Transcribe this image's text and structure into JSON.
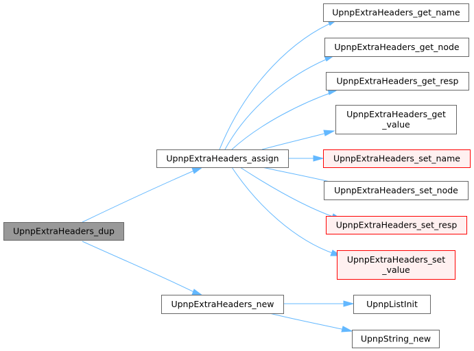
{
  "colors": {
    "edge": "#63b8ff",
    "node_fill": "#ffffff",
    "node_stroke": "#666666",
    "root_fill": "#999999",
    "root_stroke": "#666666",
    "missing_fill": "#fff0f0",
    "missing_stroke": "#ff0000"
  },
  "nodes": {
    "dup": {
      "lines": [
        "UpnpExtraHeaders_dup"
      ],
      "style": "root"
    },
    "assign": {
      "lines": [
        "UpnpExtraHeaders_assign"
      ],
      "style": "normal"
    },
    "new": {
      "lines": [
        "UpnpExtraHeaders_new"
      ],
      "style": "normal"
    },
    "get_name": {
      "lines": [
        "UpnpExtraHeaders_get_name"
      ],
      "style": "normal"
    },
    "get_node": {
      "lines": [
        "UpnpExtraHeaders_get_node"
      ],
      "style": "normal"
    },
    "get_resp": {
      "lines": [
        "UpnpExtraHeaders_get_resp"
      ],
      "style": "normal"
    },
    "get_value": {
      "lines": [
        "UpnpExtraHeaders_get",
        "_value"
      ],
      "style": "normal"
    },
    "set_name": {
      "lines": [
        "UpnpExtraHeaders_set_name"
      ],
      "style": "missing"
    },
    "set_node": {
      "lines": [
        "UpnpExtraHeaders_set_node"
      ],
      "style": "normal"
    },
    "set_resp": {
      "lines": [
        "UpnpExtraHeaders_set_resp"
      ],
      "style": "missing"
    },
    "set_value": {
      "lines": [
        "UpnpExtraHeaders_set",
        "_value"
      ],
      "style": "missing"
    },
    "list_init": {
      "lines": [
        "UpnpListInit"
      ],
      "style": "normal"
    },
    "string_new": {
      "lines": [
        "UpnpString_new"
      ],
      "style": "normal"
    }
  },
  "edges": [
    {
      "from": "dup",
      "to": "assign"
    },
    {
      "from": "dup",
      "to": "new"
    },
    {
      "from": "assign",
      "to": "get_name"
    },
    {
      "from": "assign",
      "to": "get_node"
    },
    {
      "from": "assign",
      "to": "get_resp"
    },
    {
      "from": "assign",
      "to": "get_value"
    },
    {
      "from": "assign",
      "to": "set_name"
    },
    {
      "from": "assign",
      "to": "set_node"
    },
    {
      "from": "assign",
      "to": "set_resp"
    },
    {
      "from": "assign",
      "to": "set_value"
    },
    {
      "from": "new",
      "to": "list_init"
    },
    {
      "from": "new",
      "to": "string_new"
    }
  ]
}
